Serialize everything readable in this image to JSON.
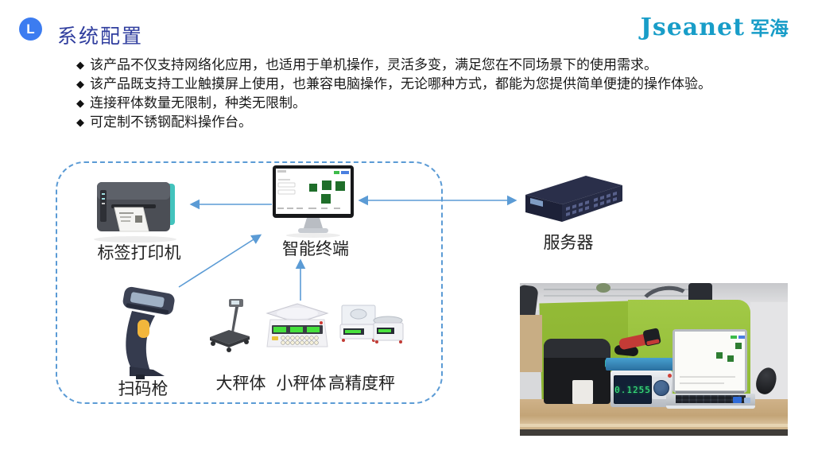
{
  "slide": {
    "header": {
      "icon_letter": "L",
      "title": "系统配置",
      "logo_en": "Jseanet",
      "logo_cn": "军海"
    },
    "bullet_marker": "◆",
    "bullets": [
      "该产品不仅支持网络化应用，也适用于单机操作，灵活多变，满足您在不同场景下的使用需求。",
      "该产品既支持工业触摸屏上使用，也兼容电脑操作，无论哪种方式，都能为您提供简单便捷的操作体验。",
      "连接秤体数量无限制，种类无限制。",
      "可定制不锈钢配料操作台。"
    ],
    "diagram": {
      "printer_label": "标签打印机",
      "terminal_label": "智能终端",
      "server_label": "服务器",
      "scanner_label": "扫码枪",
      "large_scale_label": "大秤体",
      "small_scale_label": "小秤体",
      "precision_scale_label": "高精度秤"
    },
    "photo": {
      "scale_display": "0.1255"
    }
  },
  "colors": {
    "title-color": "#2f3d9e",
    "logo-color": "#189dc8",
    "accent-blue": "#5b9bd5",
    "icon-circle": "#3c7cf0",
    "text-color": "#1a1a1a",
    "green-board": "#98c13c"
  }
}
